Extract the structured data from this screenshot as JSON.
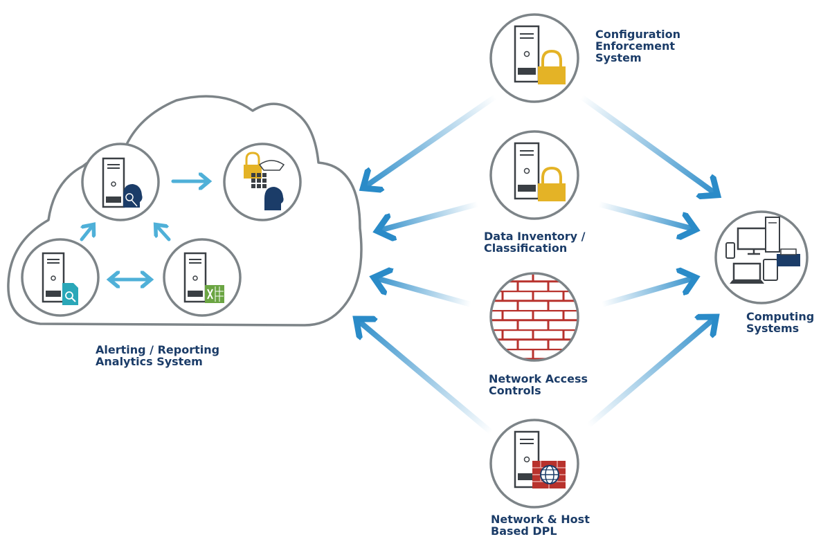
{
  "colors": {
    "circle_stroke": "#7d8488",
    "arrow": "#2a8bc8",
    "text": "#1b3c68",
    "server": "#3a3f44",
    "lock": "#e4b326",
    "brick": "#b8322d",
    "teal": "#2aa7b8",
    "green": "#6ba543"
  },
  "cloud": {
    "caption": {
      "line1": "Alerting / Reporting",
      "line2": "Analytics System"
    }
  },
  "nodes": {
    "config": {
      "line1": "Configuration",
      "line2": "Enforcement",
      "line3": "System"
    },
    "data_inventory": {
      "line1": "Data Inventory /",
      "line2": "Classification"
    },
    "network_access": {
      "line1": "Network Access",
      "line2": "Controls"
    },
    "network_host": {
      "line1": "Network & Host",
      "line2": "Based DPL"
    },
    "computing": {
      "line1": "Computing",
      "line2": "Systems"
    }
  }
}
